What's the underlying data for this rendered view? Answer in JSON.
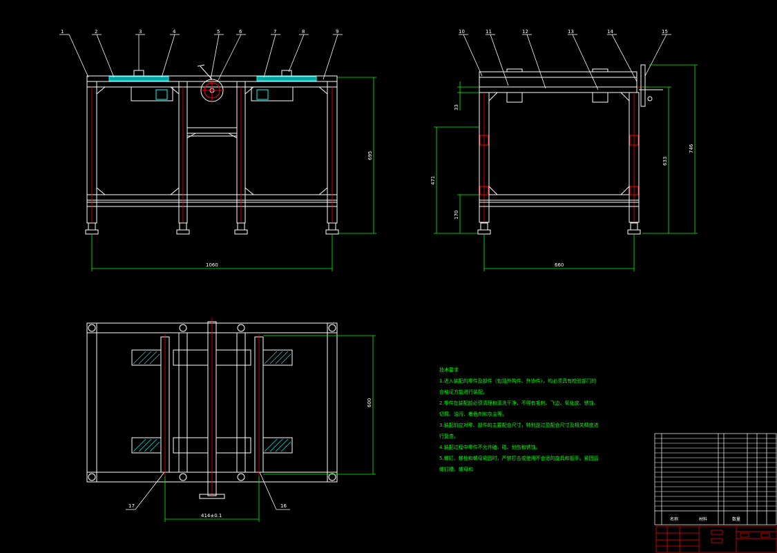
{
  "balloons_front": [
    "1",
    "2",
    "3",
    "4",
    "5",
    "6",
    "7",
    "8",
    "9"
  ],
  "balloons_side": [
    "10",
    "11",
    "12",
    "13",
    "14",
    "15"
  ],
  "balloons_top": [
    "17",
    "16"
  ],
  "dimensions": {
    "front_width": "1060",
    "front_height": "695",
    "side_width": "660",
    "side_height_total": "746",
    "side_height_frame": "633",
    "side_height_mid": "471",
    "side_height_low": "170",
    "side_small": "33",
    "top_depth": "600",
    "top_rail_gap": "414±0.1"
  },
  "notes": {
    "title": "技术要求",
    "lines": [
      "1.进入装配的零件及部件（包括外购件、外协件），均必须具有检验部门的",
      "合格证方能进行装配。",
      "2.零件在装配前必须清理和清洗干净，不得有毛刺、飞边、氧化皮、锈蚀、",
      "切屑、油污、着色剂和灰尘等。",
      "3.装配前应对零、部件的主要配合尺寸，特别是过盈配合尺寸及相关精度进",
      "行复查。",
      "4.装配过程中零件不允许磕、碰、划伤和锈蚀。",
      "5.螺钉、螺栓和螺母紧固时，严禁打击或使用不合适的旋具和扳手。紧固后",
      "螺钉槽、螺母和"
    ]
  },
  "title_block": {
    "col_headers": [
      "名称",
      "材料",
      "数量"
    ]
  },
  "colors": {
    "background": "#000000",
    "frame": "#ffffff",
    "center": "#ff0000",
    "fill": "#00ffff",
    "dimension": "#00ff00",
    "leader": "#ffffff",
    "notes": "#00ff00"
  }
}
